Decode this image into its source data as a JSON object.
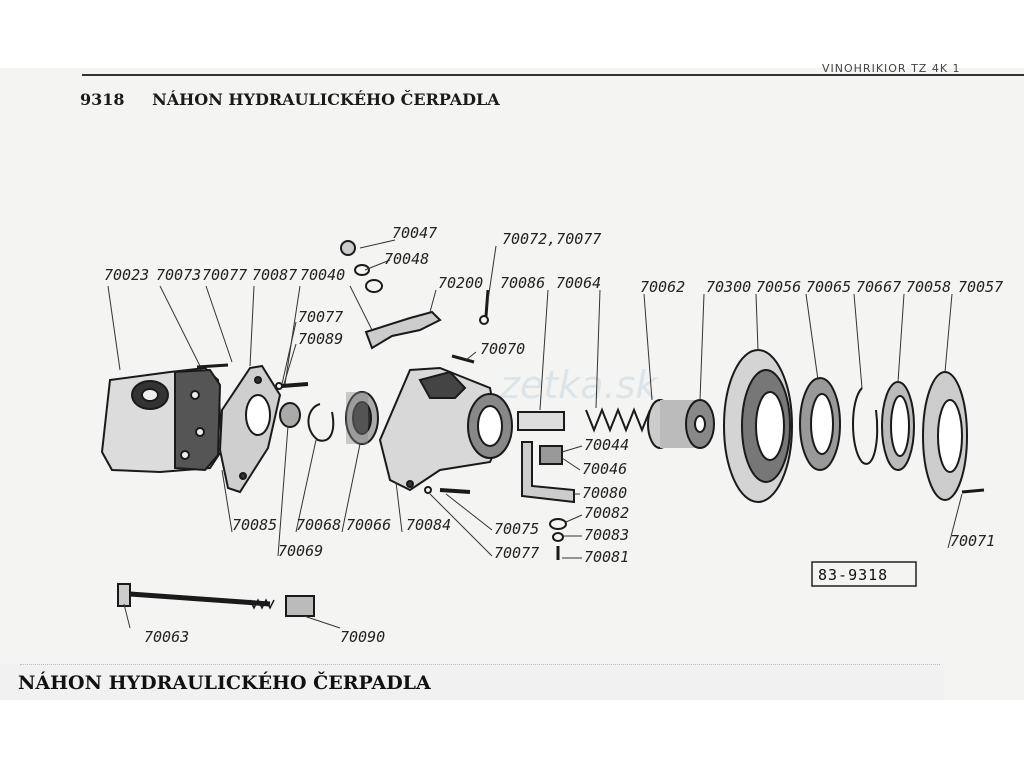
{
  "header": {
    "strip_text": "VINOHRIKIOR TZ 4K 1",
    "number": "9318",
    "title": "NÁHON HYDRAULICKÉHO ČERPADLA"
  },
  "diagram": {
    "watermark": "zetka.sk",
    "drawing_code": "83-9318",
    "labels": {
      "p70023": "70023",
      "p70073": "70073",
      "p70077a": "70077",
      "p70087": "70087",
      "p70040": "70040",
      "p70047": "70047",
      "p70048": "70048",
      "p70072": "70072,70077",
      "p70200": "70200",
      "p70086": "70086",
      "p70064": "70064",
      "p70062": "70062",
      "p70300": "70300",
      "p70056": "70056",
      "p70065": "70065",
      "p70667": "70667",
      "p70058": "70058",
      "p70057": "70057",
      "p70077b": "70077",
      "p70089": "70089",
      "p70070": "70070",
      "p70044": "70044",
      "p70046": "70046",
      "p70080": "70080",
      "p70082": "70082",
      "p70083": "70083",
      "p70081": "70081",
      "p70075": "70075",
      "p70077c": "70077",
      "p70085": "70085",
      "p70068": "70068",
      "p70066": "70066",
      "p70084": "70084",
      "p70069": "70069",
      "p70071": "70071",
      "p70063": "70063",
      "p70090": "70090"
    }
  },
  "footer": {
    "title": "NÁHON HYDRAULICKÉHO ČERPADLA"
  }
}
